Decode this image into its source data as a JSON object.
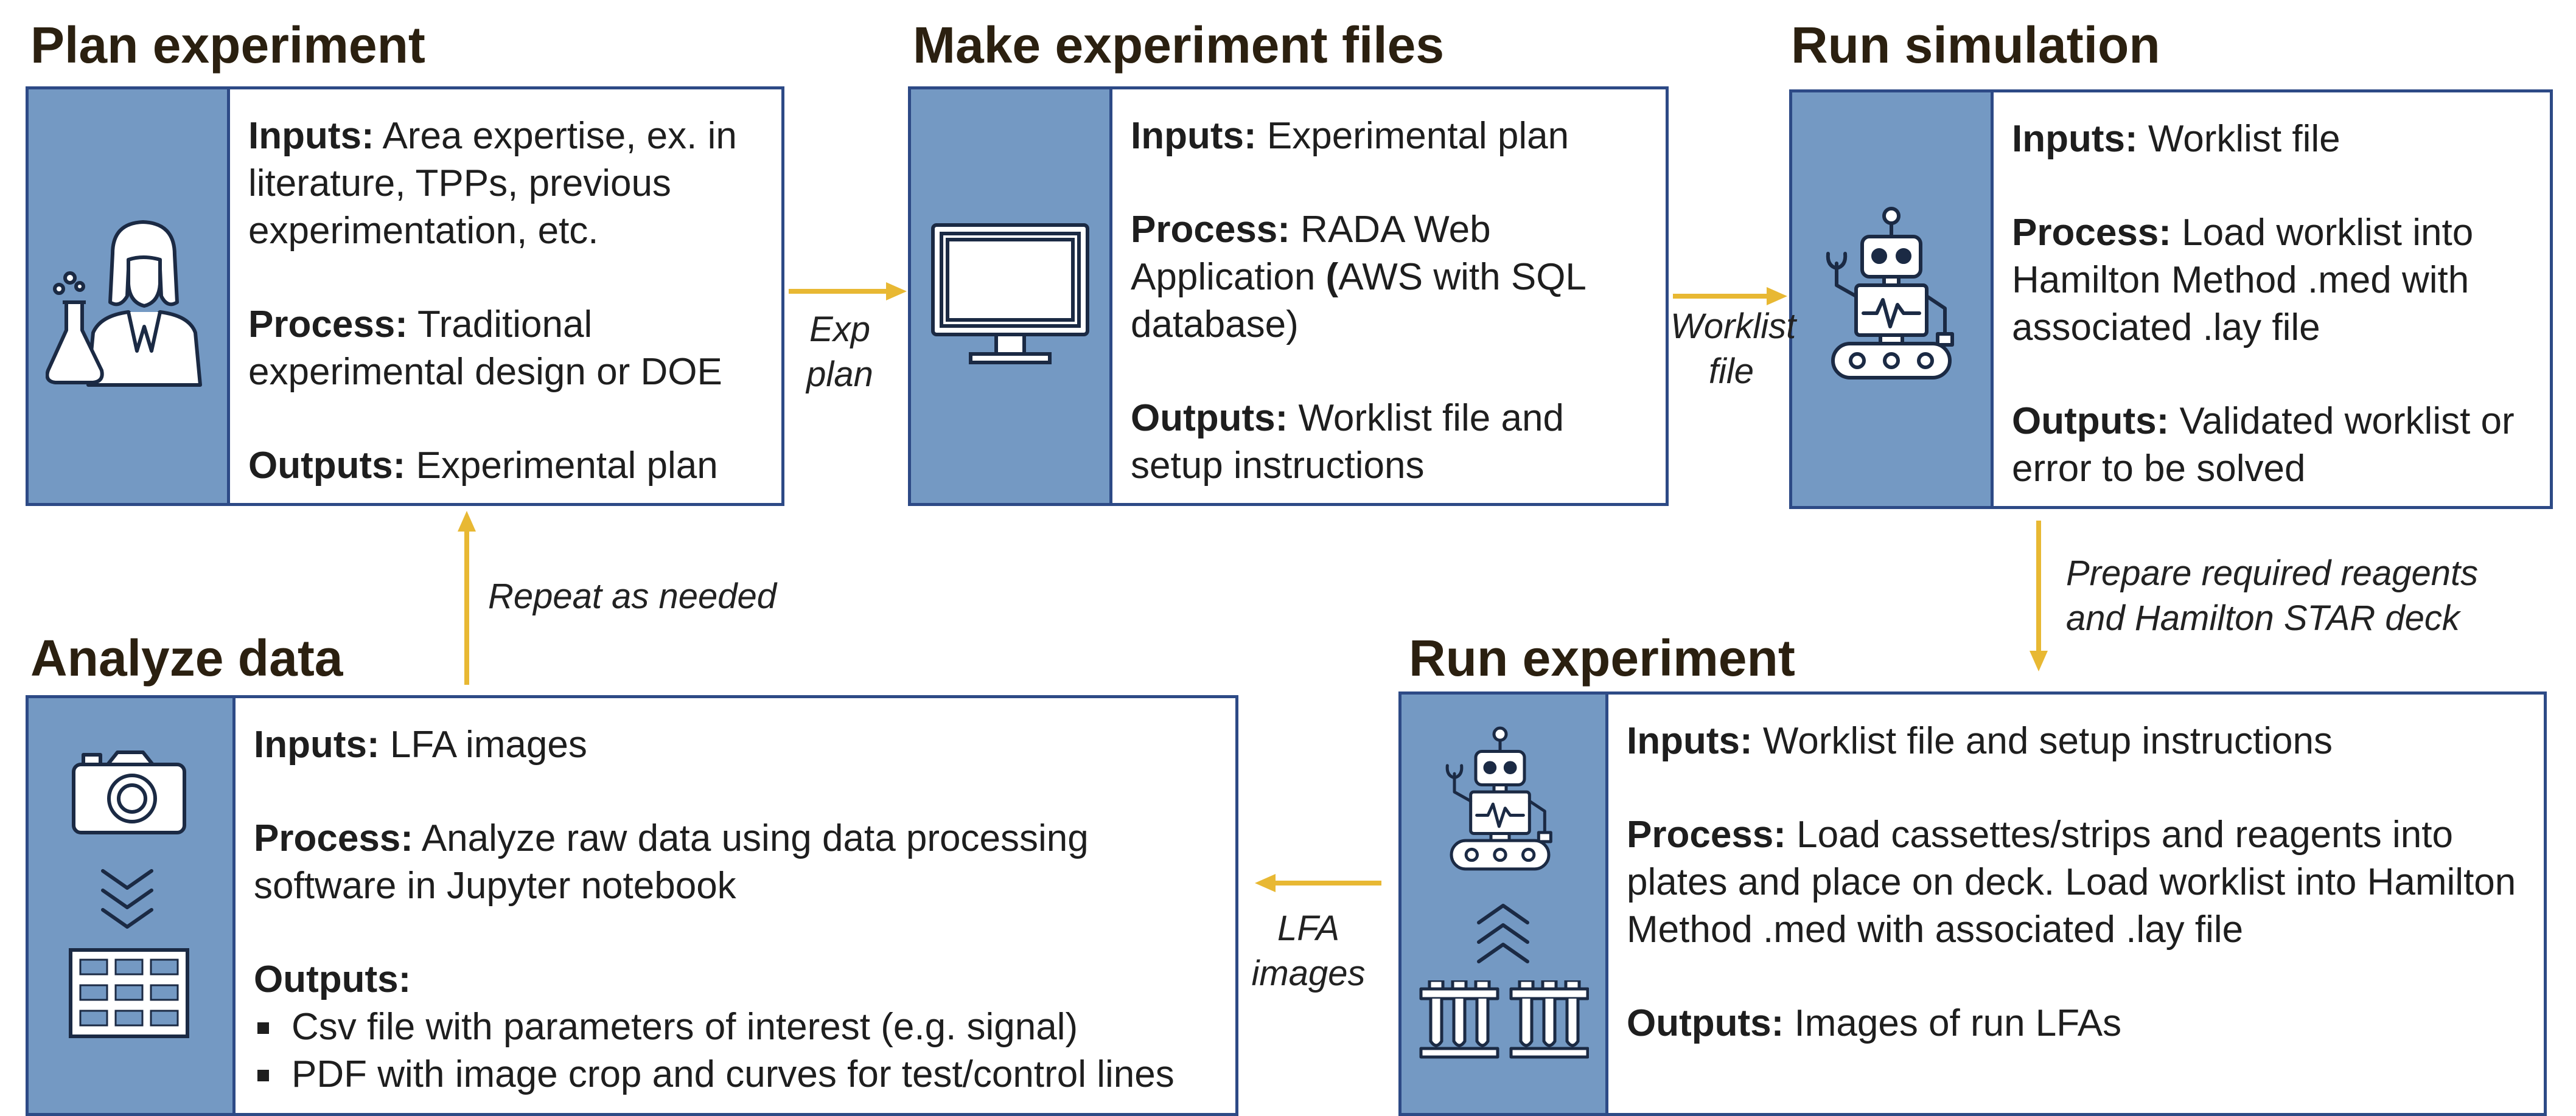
{
  "colors": {
    "accent_blue": "#7499c3",
    "border_blue": "#2d4a86",
    "arrow_gold": "#e8b833",
    "title_brown": "#2b2010"
  },
  "stages": {
    "plan": {
      "title": "Plan experiment",
      "icon": "scientist-icon",
      "inputs_label": "Inputs:",
      "inputs": "Area expertise, ex. in literature, TPPs, previous experimentation, etc.",
      "process_label": "Process:",
      "process": "Traditional experimental design or DOE",
      "outputs_label": "Outputs:",
      "outputs": "Experimental plan"
    },
    "make": {
      "title": "Make experiment files",
      "icon": "monitor-icon",
      "inputs_label": "Inputs:",
      "inputs": "Experimental plan",
      "process_label": "Process:",
      "process_a": "RADA Web Application ",
      "process_paren": "(",
      "process_b": "AWS with SQL database)",
      "outputs_label": "Outputs:",
      "outputs": "Worklist file and setup instructions"
    },
    "simulate": {
      "title": "Run simulation",
      "icon": "robot-icon",
      "inputs_label": "Inputs:",
      "inputs": "Worklist file",
      "process_label": "Process:",
      "process": "Load worklist into Hamilton Method .med with associated .lay file",
      "outputs_label": "Outputs:",
      "outputs": "Validated worklist or error to be solved"
    },
    "run": {
      "title": "Run experiment",
      "icons": [
        "robot-icon",
        "chevron-up-icon",
        "test-tube-rack-icon"
      ],
      "inputs_label": "Inputs:",
      "inputs": "Worklist file and setup instructions",
      "process_label": "Process:",
      "process": "Load cassettes/strips and reagents into plates and place on deck. Load worklist into Hamilton Method .med with associated .lay file",
      "outputs_label": "Outputs:",
      "outputs": "Images of run LFAs"
    },
    "analyze": {
      "title": "Analyze data",
      "icons": [
        "camera-icon",
        "chevron-down-icon",
        "table-grid-icon"
      ],
      "inputs_label": "Inputs:",
      "inputs": "LFA images",
      "process_label": "Process:",
      "process": "Analyze raw data using data processing software in Jupyter notebook",
      "outputs_label": "Outputs:",
      "outputs_list": [
        "Csv file with parameters of interest (e.g. signal)",
        "PDF with image crop and curves for test/control lines"
      ]
    }
  },
  "arrows": {
    "plan_to_make": {
      "line1": "Exp",
      "line2": "plan"
    },
    "make_to_simulate": {
      "line1": "Worklist",
      "line2": "file"
    },
    "simulate_to_run": {
      "line1": "Prepare required reagents",
      "line2": "and Hamilton STAR deck"
    },
    "run_to_analyze": {
      "line1": "LFA",
      "line2": "images"
    },
    "analyze_to_plan": {
      "line1": "Repeat as needed"
    }
  }
}
